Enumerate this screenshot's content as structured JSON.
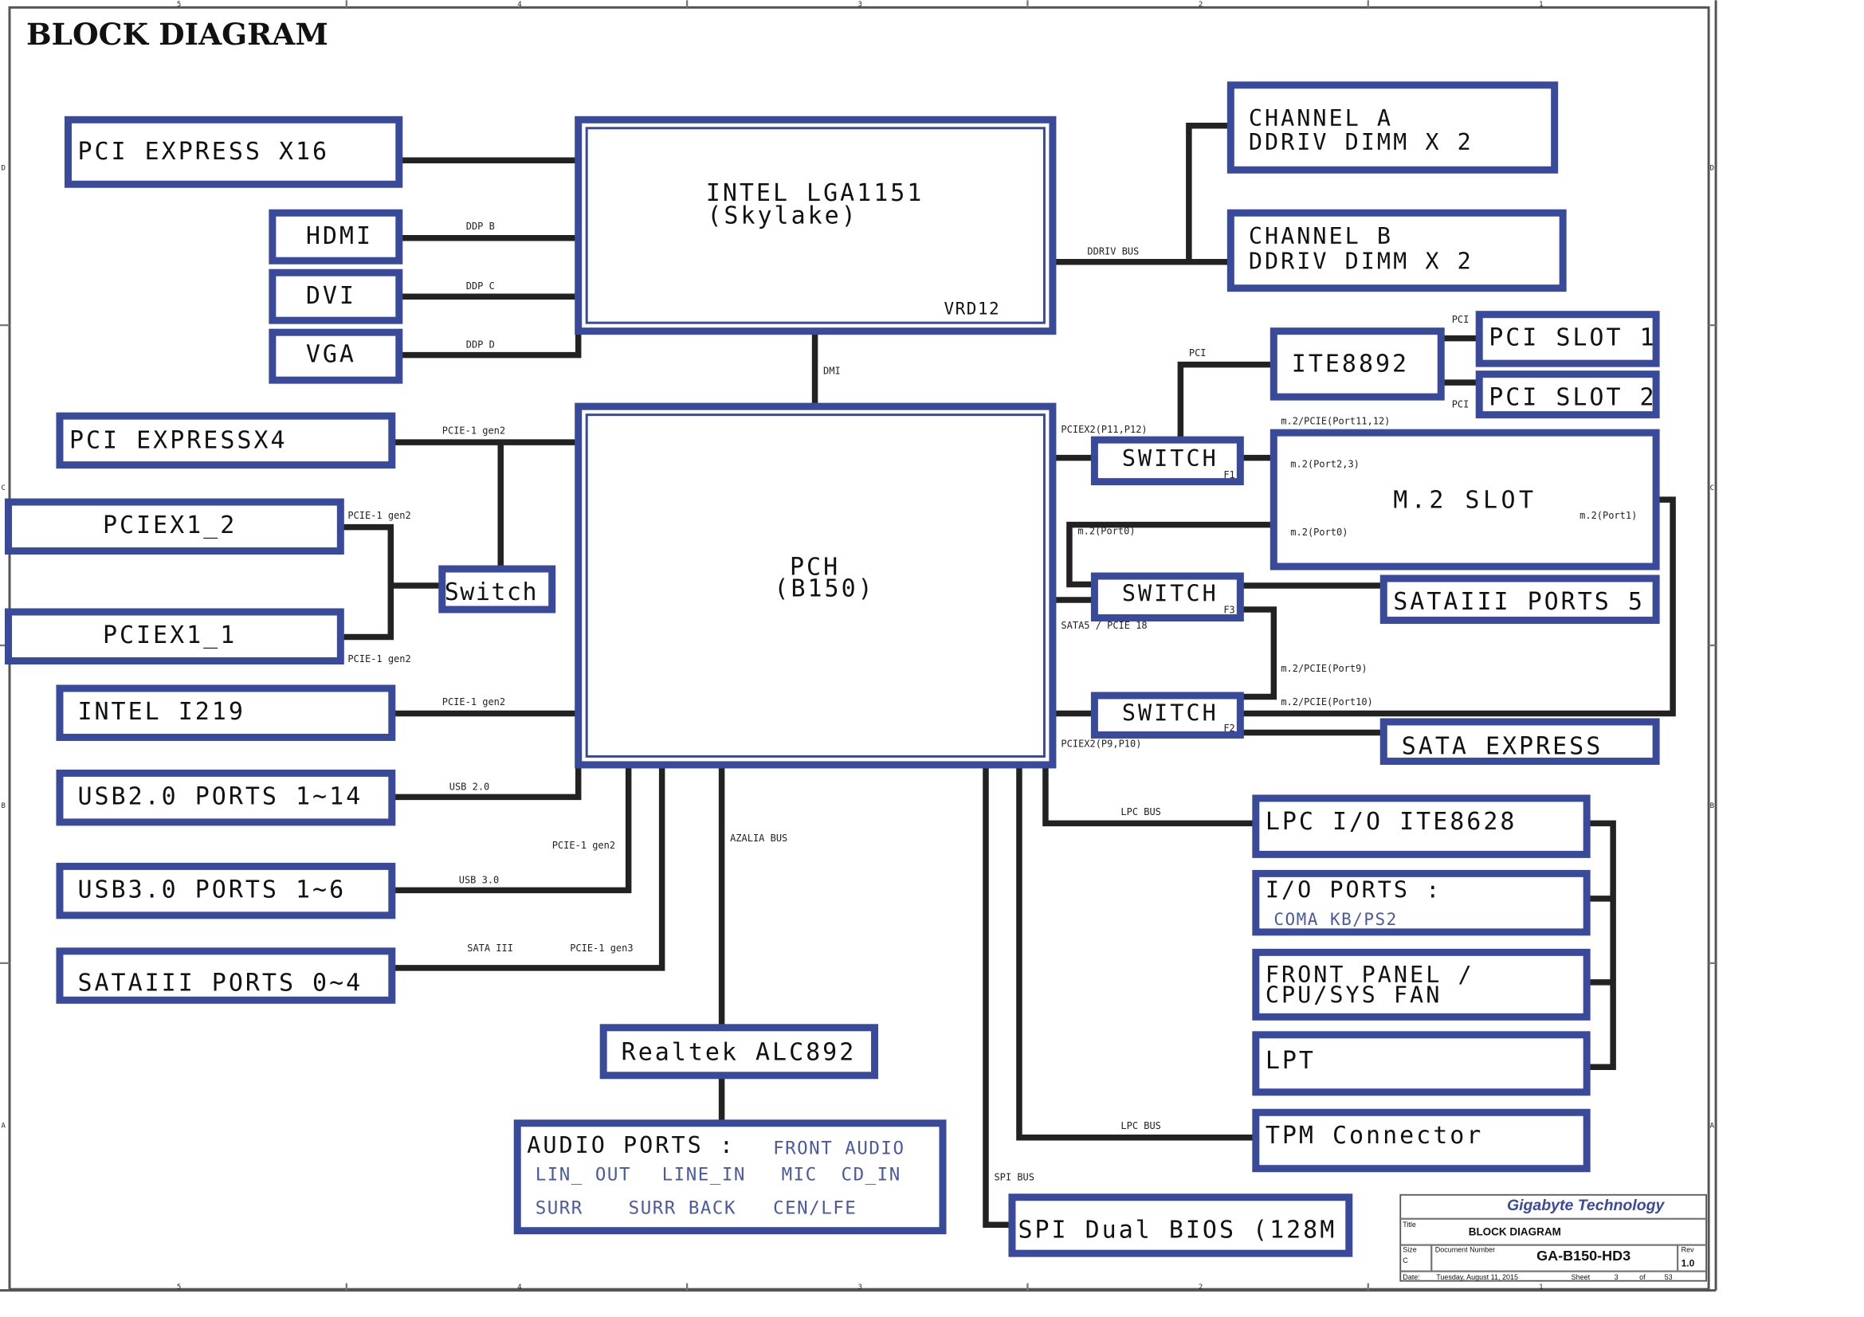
{
  "page": {
    "title": "BLOCK DIAGRAM"
  },
  "blocks": {
    "cpu": {
      "line1": "INTEL LGA1151",
      "line2": "(Skylake)",
      "vrd": "VRD12"
    },
    "pch": {
      "line1": "PCH",
      "line2": "(B150)"
    },
    "pcie_x16": "PCI EXPRESS X16",
    "hdmi": "HDMI",
    "dvi": "DVI",
    "vga": "VGA",
    "pcie_x4": "PCI EXPRESSX4",
    "pciex1_2": "PCIEX1_2",
    "pciex1_1": "PCIEX1_1",
    "switch_left": "Switch",
    "intel_i219": "INTEL I219",
    "usb2": "USB2.0 PORTS 1~14",
    "usb3": "USB3.0 PORTS 1~6",
    "sata_left": "SATAIII PORTS 0~4",
    "realtek": "Realtek ALC892",
    "audio": {
      "heading": "AUDIO PORTS :",
      "front": "FRONT AUDIO",
      "lin_out": "LIN_ OUT",
      "line_in": "LINE_IN",
      "mic": "MIC",
      "cd_in": "CD_IN",
      "surr": "SURR",
      "surr_back": "SURR BACK",
      "cen_lfe": "CEN/LFE"
    },
    "channel_a": {
      "line1": "CHANNEL A",
      "line2": "DDRIV  DIMM X 2"
    },
    "channel_b": {
      "line1": "CHANNEL B",
      "line2": "DDRIV DIMM X 2"
    },
    "ite8892": "ITE8892",
    "pci_slot1": "PCI SLOT 1",
    "pci_slot2": "PCI SLOT 2",
    "switch": "SWITCH",
    "switch_f1": "F1",
    "switch_f3": "F3",
    "switch_f2": "F2",
    "m2": {
      "title": "M.2 SLOT",
      "p23": "m.2(Port2,3)",
      "p0": "m.2(Port0)",
      "p1": "m.2(Port1)"
    },
    "sata5": "SATAIII PORTS 5",
    "sata_express": "SATA EXPRESS",
    "lpc_io": "LPC I/O ITE8628",
    "io_ports": {
      "heading": "I/O PORTS :",
      "sub": "COMA  KB/PS2"
    },
    "front_panel": {
      "line1": "FRONT PANEL /",
      "line2": "CPU/SYS FAN"
    },
    "lpt": "LPT",
    "tpm": "TPM Connector",
    "spi_bios": "SPI Dual BIOS (128M"
  },
  "signals": {
    "ddp_b": "DDP B",
    "ddp_c": "DDP C",
    "ddp_d": "DDP D",
    "ddriv_bus": "DDRIV BUS",
    "dmi": "DMI",
    "pcie1_gen2": "PCIE-1 gen2",
    "pcie1_gen3": "PCIE-1 gen3",
    "usb20": "USB 2.0",
    "usb30": "USB 3.0",
    "sata3": "SATA III",
    "azalia": "AZALIA BUS",
    "pci": "PCI",
    "pciex2_p11": "PCIEX2(P11,P12)",
    "pciex2_p9": "PCIEX2(P9,P10)",
    "m2_pcie_1112": "m.2/PCIE(Port11,12)",
    "m2_port0": "m.2(Port0)",
    "sata5_pcie18": "SATA5 / PCIE 18",
    "m2_pcie_9": "m.2/PCIE(Port9)",
    "m2_pcie_10": "m.2/PCIE(Port10)",
    "lpc_bus": "LPC BUS",
    "spi_bus": "SPI BUS"
  },
  "title_block": {
    "company": "Gigabyte Technology",
    "title_label": "Title",
    "title": "BLOCK DIAGRAM",
    "size_label": "Size",
    "size": "C",
    "docnum_label": "Document Number",
    "docnum": "GA-B150-HD3",
    "rev_label": "Rev",
    "rev": "1.0",
    "date_label": "Date:",
    "date": "Tuesday, August 11, 2015",
    "sheet_label": "Sheet",
    "sheet": "3",
    "of_label": "of",
    "sheets": "53"
  },
  "border": {
    "top": [
      "5",
      "4",
      "3",
      "2",
      "1"
    ],
    "bottom": [
      "5",
      "4",
      "3",
      "2",
      "1"
    ],
    "left": [
      "D",
      "C",
      "B",
      "A"
    ],
    "right": [
      "D",
      "C",
      "B",
      "A"
    ]
  }
}
